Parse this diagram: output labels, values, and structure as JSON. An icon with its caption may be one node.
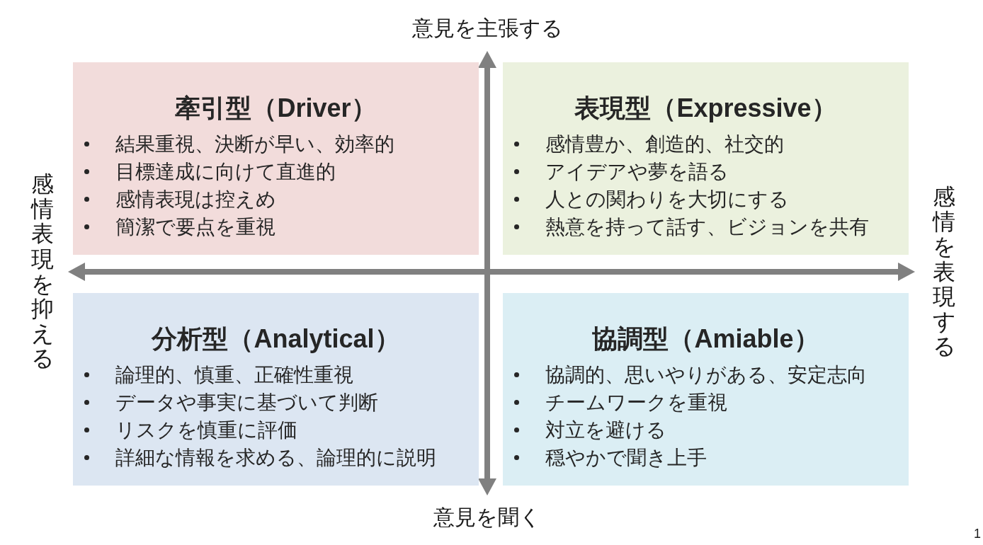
{
  "diagram": {
    "nodes": [
      {
        "text": [
          "意見を主張する"
        ]
      },
      {
        "text": [
          "牽引型（Driver）",
          "結果重視、決断が早い、効率的",
          "目標達成に向けて直進的",
          "感情表現は控えめ",
          "簡潔で要点を重視"
        ]
      },
      {
        "text": [
          "表現型（Expressive）",
          "感情豊か、創造的、社交的",
          "アイデアや夢を語る",
          "人との関わりを大切にする",
          "熱意を持って話す、ビジョンを共有"
        ]
      },
      {
        "text": [
          "感情表現を抑える"
        ]
      },
      {
        "text": [
          "感情を表現する"
        ]
      },
      {
        "text": [
          "分析型（Analytical）",
          "論理的、慎重、正確性重視",
          "データや事実に基づいて判断",
          "リスクを慎重に評価",
          "詳細な情報を求める、論理的に説明"
        ]
      },
      {
        "text": [
          "協調型（Amiable）",
          "協調的、思いやりがある、安定志向",
          "チームワークを重視",
          "対立を避ける",
          "穏やかで聞き上手"
        ]
      },
      {
        "text": [
          "意見を聞く"
        ]
      }
    ],
    "edges": [
      {
        "from": 0,
        "to": 7,
        "arrow": "both"
      },
      {
        "from": 3,
        "to": 4,
        "arrow": "both"
      }
    ],
    "labels": [
      "1"
    ]
  }
}
